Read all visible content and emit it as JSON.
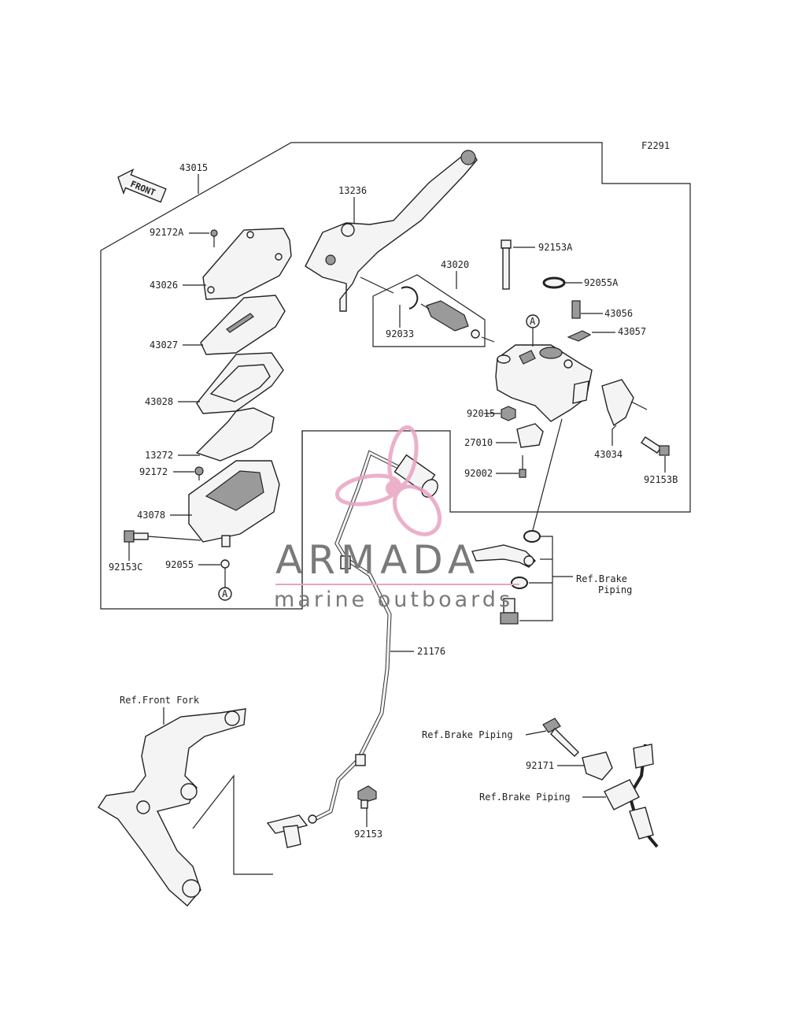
{
  "figure_code": "F2291",
  "front_arrow_label": "FRONT",
  "watermark": {
    "brand": "ARMADA",
    "tagline": "marine outboards",
    "logo_color": "#e9a3c2"
  },
  "labels": {
    "p43015": "43015",
    "p92172A": "92172A",
    "p43026": "43026",
    "p43027": "43027",
    "p43028": "43028",
    "p13272": "13272",
    "p92172": "92172",
    "p43078": "43078",
    "p92153C": "92153C",
    "p92055": "92055",
    "pA1": "A",
    "p13236": "13236",
    "p43020": "43020",
    "p92033": "92033",
    "p92153A": "92153A",
    "p92055A": "92055A",
    "p43056": "43056",
    "p43057": "43057",
    "pA2": "A",
    "p92015": "92015",
    "p27010": "27010",
    "p92002": "92002",
    "p43034": "43034",
    "p92153B": "92153B",
    "ref_brake_piping_1": "Ref.Brake",
    "ref_brake_piping_1b": "Piping",
    "p21176": "21176",
    "ref_front_fork": "Ref.Front Fork",
    "p92153": "92153",
    "ref_brake_piping_2": "Ref.Brake Piping",
    "p92171": "92171",
    "ref_brake_piping_3": "Ref.Brake Piping"
  }
}
